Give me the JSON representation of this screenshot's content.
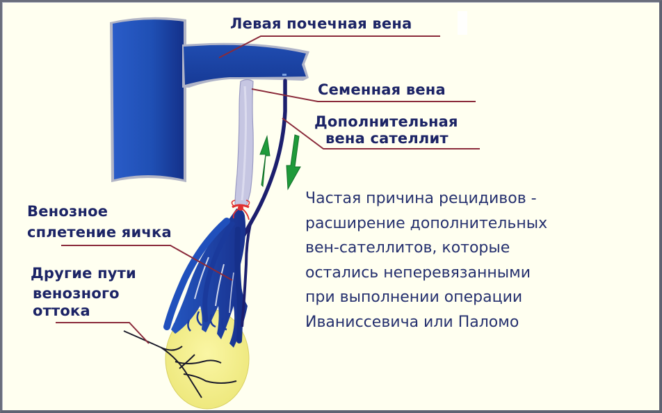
{
  "diagram": {
    "type": "anatomical-illustration",
    "subject": "varicocele venous anatomy",
    "colors": {
      "background": "#fffff0",
      "vein_blue": "#1f4fb0",
      "vein_dark": "#1a2a8a",
      "satellite_vein": "#1c1f6e",
      "spermatic_vein": "#c8c8e4",
      "testis": "#f3f08c",
      "arrow_green": "#1f9a3a",
      "ligature_red": "#e03030",
      "leader_line": "#8a2a3a",
      "label_text": "#1c2466",
      "note_text": "#25306e"
    },
    "labels": {
      "left_renal_vein": "Левая почечная вена",
      "spermatic_vein": "Семенная вена",
      "satellite_vein_line1": "Дополнительная",
      "satellite_vein_line2": "вена сателлит",
      "plexus_line1": "Венозное",
      "plexus_line2": "сплетение яичка",
      "other_paths_line1": "Другие пути",
      "other_paths_line2": "венозного",
      "other_paths_line3": "оттока"
    },
    "note": {
      "lines": [
        "Частая причина рецидивов -",
        "расширение дополнительных",
        "вен-сателлитов, которые",
        "остались неперевязанными",
        "при  выполнении операции",
        "Иваниссевича или Паломо"
      ]
    },
    "arrows": [
      {
        "direction": "up",
        "color": "green"
      },
      {
        "direction": "down",
        "color": "green"
      }
    ]
  }
}
